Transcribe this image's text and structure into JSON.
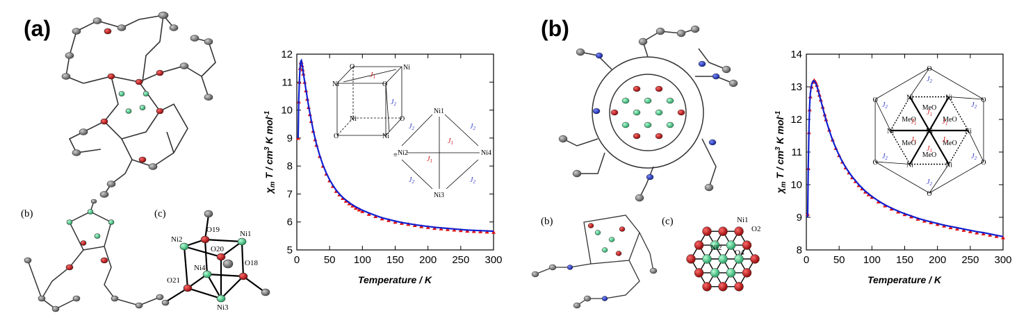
{
  "panels": [
    {
      "id": "a",
      "label": "(a)"
    },
    {
      "id": "b",
      "label": "(b)"
    }
  ],
  "structure_labels": {
    "a": {
      "sub_b": "(b)",
      "sub_c": "(c)",
      "atoms": [
        "Ni2",
        "O19",
        "Ni1",
        "O20",
        "Ni4",
        "O21",
        "O18",
        "Ni3"
      ]
    },
    "b": {
      "sub_b": "(b)",
      "sub_c": "(c)",
      "atoms": [
        "Ni1",
        "O2",
        "Ni2",
        "O4"
      ]
    }
  },
  "insets": {
    "a": {
      "cube_labels": [
        "O",
        "Ni",
        "Ni",
        "O",
        "Ni",
        "O",
        "O",
        "Ni"
      ],
      "j1": "J",
      "j1_sub": "1",
      "j2": "J",
      "j2_sub": "2",
      "equiv": "≡",
      "ni_labels": [
        "Ni1",
        "Ni2",
        "Ni3",
        "Ni4"
      ]
    },
    "b": {
      "ni": "Ni",
      "o": "O",
      "meo": "MeO",
      "j1": "J",
      "j1_sub": "1",
      "j2": "J",
      "j2_sub": "2"
    }
  },
  "chart_data": [
    {
      "type": "scatter",
      "panel": "a",
      "xlabel": "Temperature / K",
      "ylabel": "χmT / cm3 K mol-1",
      "xlim": [
        0,
        300
      ],
      "ylim": [
        5,
        12
      ],
      "xticks": [
        0,
        50,
        100,
        150,
        200,
        250,
        300
      ],
      "yticks": [
        5,
        6,
        7,
        8,
        9,
        10,
        11,
        12
      ],
      "grid": false,
      "series": [
        {
          "role": "experimental",
          "color": "#e01010",
          "marker": "triangle",
          "x": [
            2,
            3,
            4,
            5,
            6,
            7,
            8,
            9,
            10,
            12,
            14,
            16,
            18,
            20,
            22,
            25,
            28,
            30,
            35,
            40,
            45,
            50,
            55,
            60,
            65,
            70,
            75,
            80,
            85,
            90,
            95,
            100,
            110,
            120,
            130,
            140,
            150,
            160,
            170,
            180,
            190,
            200,
            210,
            220,
            230,
            240,
            250,
            260,
            270,
            280,
            290,
            300
          ],
          "y": [
            9.0,
            10.3,
            11.0,
            11.5,
            11.7,
            11.72,
            11.6,
            11.45,
            11.3,
            11.0,
            10.7,
            10.4,
            10.1,
            9.85,
            9.6,
            9.25,
            8.95,
            8.75,
            8.35,
            8.0,
            7.72,
            7.48,
            7.28,
            7.1,
            6.98,
            6.85,
            6.75,
            6.66,
            6.58,
            6.5,
            6.44,
            6.38,
            6.28,
            6.2,
            6.12,
            6.06,
            6.0,
            5.96,
            5.92,
            5.88,
            5.84,
            5.81,
            5.78,
            5.76,
            5.74,
            5.72,
            5.7,
            5.68,
            5.67,
            5.66,
            5.65,
            5.64
          ]
        },
        {
          "role": "fit",
          "color": "#1020d0",
          "marker": "line",
          "x": [
            2,
            3,
            4,
            5,
            6,
            7,
            8,
            9,
            10,
            12,
            14,
            16,
            18,
            20,
            22,
            25,
            28,
            30,
            35,
            40,
            45,
            50,
            55,
            60,
            65,
            70,
            75,
            80,
            85,
            90,
            95,
            100,
            110,
            120,
            130,
            140,
            150,
            160,
            170,
            180,
            190,
            200,
            210,
            220,
            230,
            240,
            250,
            260,
            270,
            280,
            290,
            300
          ],
          "y": [
            9.0,
            10.4,
            11.1,
            11.55,
            11.75,
            11.78,
            11.65,
            11.5,
            11.32,
            11.02,
            10.72,
            10.43,
            10.14,
            9.88,
            9.63,
            9.28,
            8.98,
            8.78,
            8.37,
            8.03,
            7.75,
            7.51,
            7.31,
            7.14,
            7.0,
            6.88,
            6.78,
            6.69,
            6.61,
            6.54,
            6.48,
            6.42,
            6.32,
            6.23,
            6.15,
            6.09,
            6.03,
            5.98,
            5.94,
            5.9,
            5.87,
            5.84,
            5.81,
            5.79,
            5.77,
            5.75,
            5.73,
            5.71,
            5.7,
            5.69,
            5.68,
            5.67
          ]
        }
      ]
    },
    {
      "type": "scatter",
      "panel": "b",
      "xlabel": "Temperature / K",
      "ylabel": "χmT / cm3 K mol-1",
      "xlim": [
        0,
        300
      ],
      "ylim": [
        8,
        14
      ],
      "xticks": [
        0,
        50,
        100,
        150,
        200,
        250,
        300
      ],
      "yticks": [
        8,
        9,
        10,
        11,
        12,
        13,
        14
      ],
      "grid": false,
      "series": [
        {
          "role": "experimental",
          "color": "#e01010",
          "marker": "triangle",
          "x": [
            2,
            3,
            4,
            5,
            6,
            8,
            10,
            12,
            14,
            16,
            18,
            20,
            22,
            25,
            28,
            30,
            35,
            40,
            45,
            50,
            55,
            60,
            65,
            70,
            75,
            80,
            85,
            90,
            95,
            100,
            110,
            120,
            130,
            140,
            150,
            160,
            170,
            180,
            190,
            200,
            210,
            220,
            230,
            240,
            250,
            260,
            270,
            280,
            290,
            300
          ],
          "y": [
            9.1,
            10.5,
            11.6,
            12.3,
            12.7,
            13.0,
            13.15,
            13.2,
            13.15,
            13.05,
            12.9,
            12.75,
            12.6,
            12.38,
            12.15,
            12.0,
            11.68,
            11.38,
            11.12,
            10.9,
            10.7,
            10.52,
            10.37,
            10.22,
            10.1,
            9.98,
            9.88,
            9.78,
            9.7,
            9.62,
            9.48,
            9.36,
            9.26,
            9.17,
            9.09,
            9.02,
            8.95,
            8.89,
            8.84,
            8.79,
            8.74,
            8.69,
            8.65,
            8.61,
            8.57,
            8.53,
            8.5,
            8.46,
            8.42,
            8.38
          ]
        },
        {
          "role": "fit",
          "color": "#1020d0",
          "marker": "line",
          "x": [
            2,
            3,
            4,
            5,
            6,
            8,
            10,
            12,
            14,
            16,
            18,
            20,
            22,
            25,
            28,
            30,
            35,
            40,
            45,
            50,
            55,
            60,
            65,
            70,
            75,
            80,
            85,
            90,
            95,
            100,
            110,
            120,
            130,
            140,
            150,
            160,
            170,
            180,
            190,
            200,
            210,
            220,
            230,
            240,
            250,
            260,
            270,
            280,
            290,
            300
          ],
          "y": [
            9.0,
            10.6,
            11.7,
            12.4,
            12.8,
            13.05,
            13.17,
            13.18,
            13.12,
            13.02,
            12.88,
            12.73,
            12.58,
            12.36,
            12.13,
            11.98,
            11.66,
            11.37,
            11.12,
            10.9,
            10.7,
            10.53,
            10.38,
            10.24,
            10.12,
            10.0,
            9.9,
            9.8,
            9.72,
            9.64,
            9.5,
            9.38,
            9.28,
            9.19,
            9.11,
            9.04,
            8.97,
            8.91,
            8.86,
            8.81,
            8.76,
            8.72,
            8.68,
            8.64,
            8.6,
            8.56,
            8.53,
            8.49,
            8.45,
            8.41
          ]
        }
      ]
    }
  ]
}
